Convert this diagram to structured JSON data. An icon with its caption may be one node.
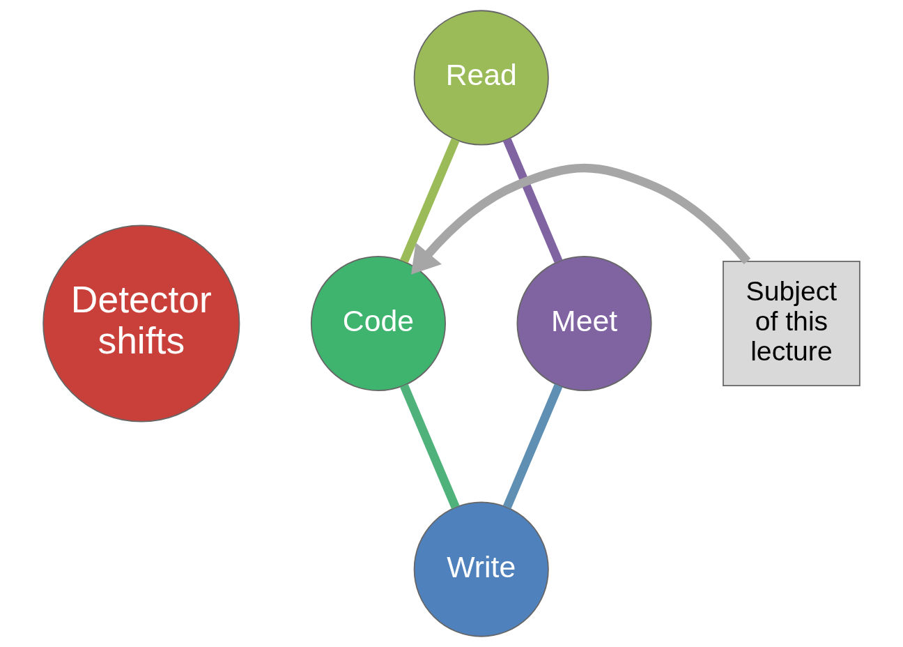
{
  "diagram": {
    "nodes": [
      {
        "text": [
          "Detector shifts"
        ]
      },
      {
        "text": [
          "Read"
        ]
      },
      {
        "text": [
          "Code"
        ]
      },
      {
        "text": [
          "Write"
        ]
      },
      {
        "text": [
          "Meet"
        ]
      },
      {
        "text": [
          "Subject of this lecture"
        ]
      }
    ],
    "edges": [
      {
        "from": 1,
        "to": 2,
        "arrow": "none",
        "color": "#9bbb59"
      },
      {
        "from": 2,
        "to": 3,
        "arrow": "none",
        "color": "#4fb27a"
      },
      {
        "from": 3,
        "to": 4,
        "arrow": "none",
        "color": "#5f8fb3"
      },
      {
        "from": 4,
        "to": 1,
        "arrow": "none",
        "color": "#8064a2"
      },
      {
        "from": 5,
        "to": 2,
        "arrow": "to",
        "color": "#a6a6a6"
      }
    ]
  }
}
